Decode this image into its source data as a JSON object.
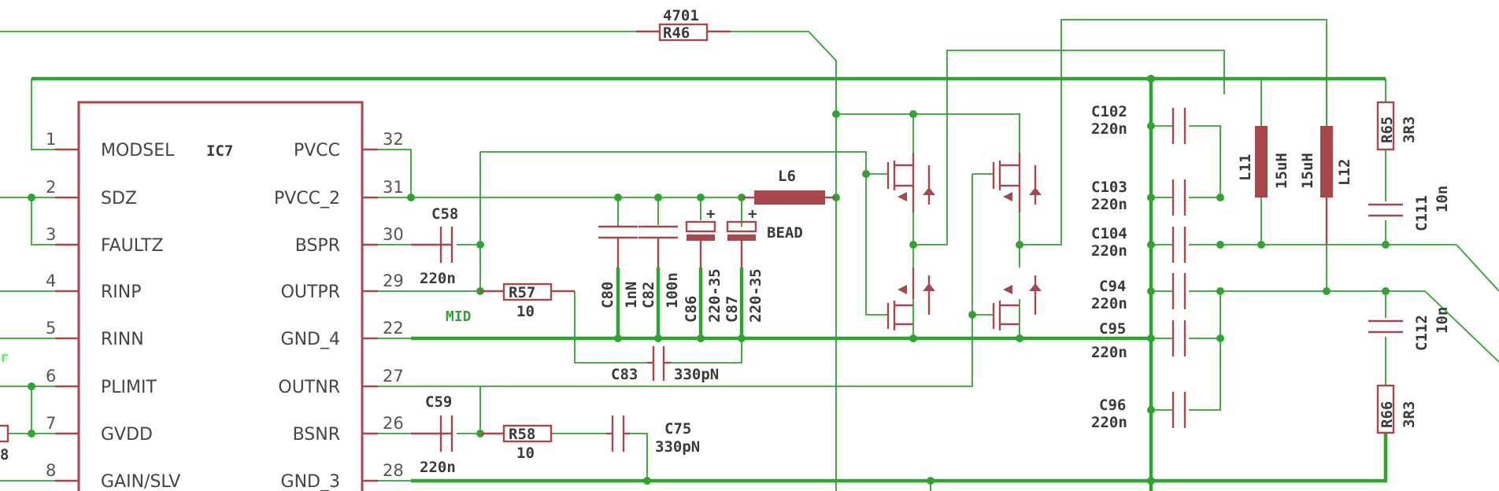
{
  "ic": {
    "ref": "IC7",
    "left_pins": [
      {
        "num": "1",
        "name": "MODSEL"
      },
      {
        "num": "2",
        "name": "SDZ"
      },
      {
        "num": "3",
        "name": "FAULTZ"
      },
      {
        "num": "4",
        "name": "RINP"
      },
      {
        "num": "5",
        "name": "RINN"
      },
      {
        "num": "6",
        "name": "PLIMIT"
      },
      {
        "num": "7",
        "name": "GVDD"
      },
      {
        "num": "8",
        "name": "GAIN/SLV"
      }
    ],
    "right_pins": [
      {
        "num": "32",
        "name": "PVCC"
      },
      {
        "num": "31",
        "name": "PVCC_2"
      },
      {
        "num": "30",
        "name": "BSPR"
      },
      {
        "num": "29",
        "name": "OUTPR"
      },
      {
        "num": "22",
        "name": "GND_4"
      },
      {
        "num": "27",
        "name": "OUTNR"
      },
      {
        "num": "26",
        "name": "BSNR"
      },
      {
        "num": "28",
        "name": "GND_3"
      }
    ]
  },
  "components": {
    "r46": {
      "ref": "R46",
      "value": "4701"
    },
    "c58": {
      "ref": "C58",
      "value": "220n"
    },
    "r57": {
      "ref": "R57",
      "value": "10"
    },
    "c59": {
      "ref": "C59",
      "value": "220n"
    },
    "r58": {
      "ref": "R58",
      "value": "10"
    },
    "c75": {
      "ref": "C75",
      "value": "330pN"
    },
    "c80": {
      "ref": "C80",
      "value": "1nN"
    },
    "c82": {
      "ref": "C82",
      "value": "100n"
    },
    "c86": {
      "ref": "C86",
      "value": "220-35"
    },
    "c87": {
      "ref": "C87",
      "value": "220-35"
    },
    "c83": {
      "ref": "C83",
      "value": "330pN"
    },
    "l6": {
      "ref": "L6",
      "value": "BEAD"
    },
    "c102": {
      "ref": "C102",
      "value": "220n"
    },
    "c103": {
      "ref": "C103",
      "value": "220n"
    },
    "c104": {
      "ref": "C104",
      "value": "220n"
    },
    "c94": {
      "ref": "C94",
      "value": "220n"
    },
    "c95": {
      "ref": "C95",
      "value": "220n"
    },
    "c96": {
      "ref": "C96",
      "value": "220n"
    },
    "l11": {
      "ref": "L11",
      "value": "15uH"
    },
    "l12": {
      "ref": "L12",
      "value": "15uH"
    },
    "r65": {
      "ref": "R65",
      "value": "3R3"
    },
    "c111": {
      "ref": "C111",
      "value": "10n"
    },
    "c112": {
      "ref": "C112",
      "value": "10n"
    },
    "r66": {
      "ref": "R66",
      "value": "3R3"
    }
  },
  "nets": {
    "mid": "MID",
    "left_fragment": "r",
    "left_resistor_fragment": "8"
  },
  "colors": {
    "wire": "#2fa42f",
    "part": "#a8474b",
    "text": "#3a3a3a"
  }
}
